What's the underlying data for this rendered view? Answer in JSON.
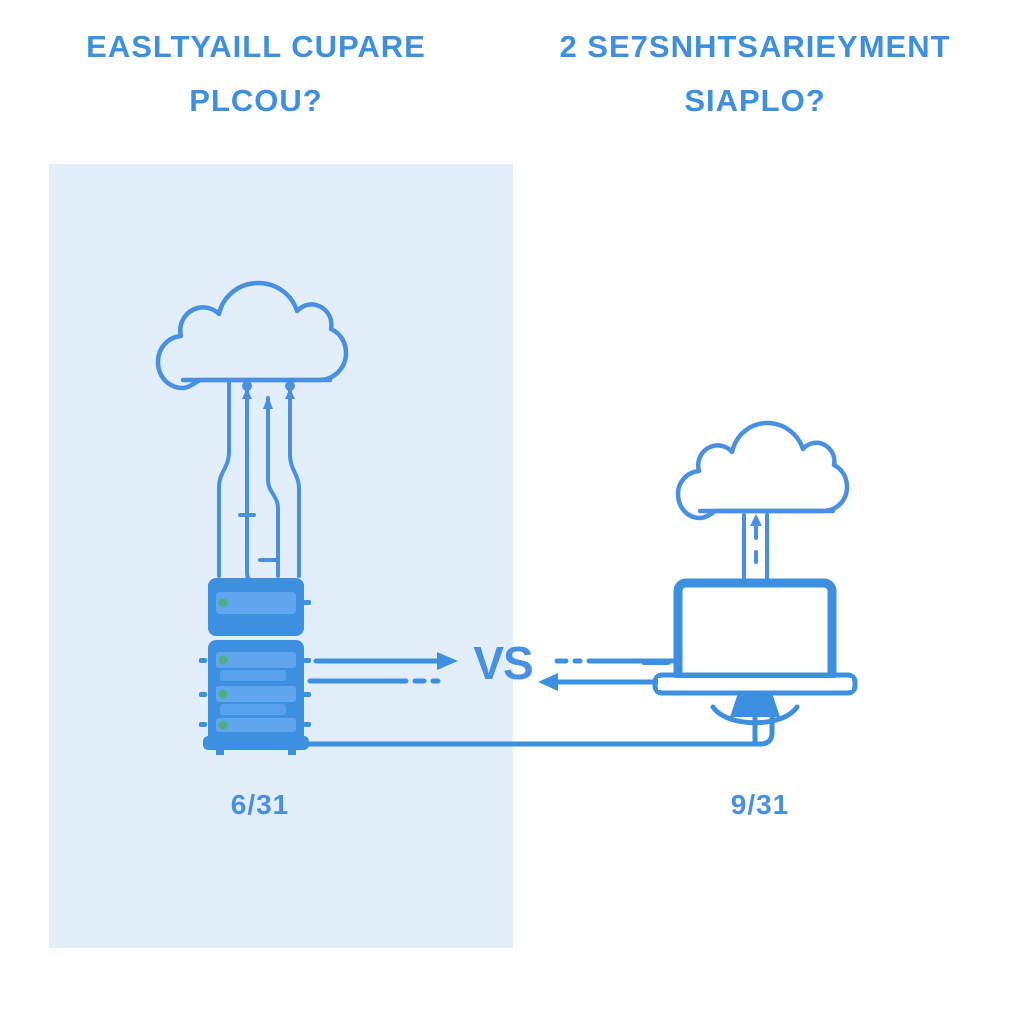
{
  "page": {
    "background": "#fefefe",
    "accent_blue": "#4a90e2",
    "panel_tint": "#e2effb",
    "line_blue": "#3d8fe0",
    "indicator_green": "#4caf7d"
  },
  "titles": {
    "left": "EASLTYAILL CUPARE PLCOU?",
    "right": "2 SE7SNHTSARIEYMENT SIAPLO?"
  },
  "center": {
    "vs_label": "VS"
  },
  "captions": {
    "left": "6/31",
    "right": "9/31"
  },
  "left_side": {
    "icons": [
      {
        "name": "cloud-outline-icon",
        "label": "cloud"
      },
      {
        "name": "server-rack-icon",
        "label": "server rack"
      }
    ],
    "connector_count": 4,
    "rack_slots": 4,
    "status_dots": 4
  },
  "right_side": {
    "icons": [
      {
        "name": "cloud-outline-icon",
        "label": "cloud"
      },
      {
        "name": "laptop-monitor-icon",
        "label": "laptop monitor"
      }
    ],
    "connector_count": 2
  },
  "connectors": {
    "left_arrow_direction": "right",
    "right_arrow_direction": "left",
    "baseline_link": "server-to-laptop"
  }
}
